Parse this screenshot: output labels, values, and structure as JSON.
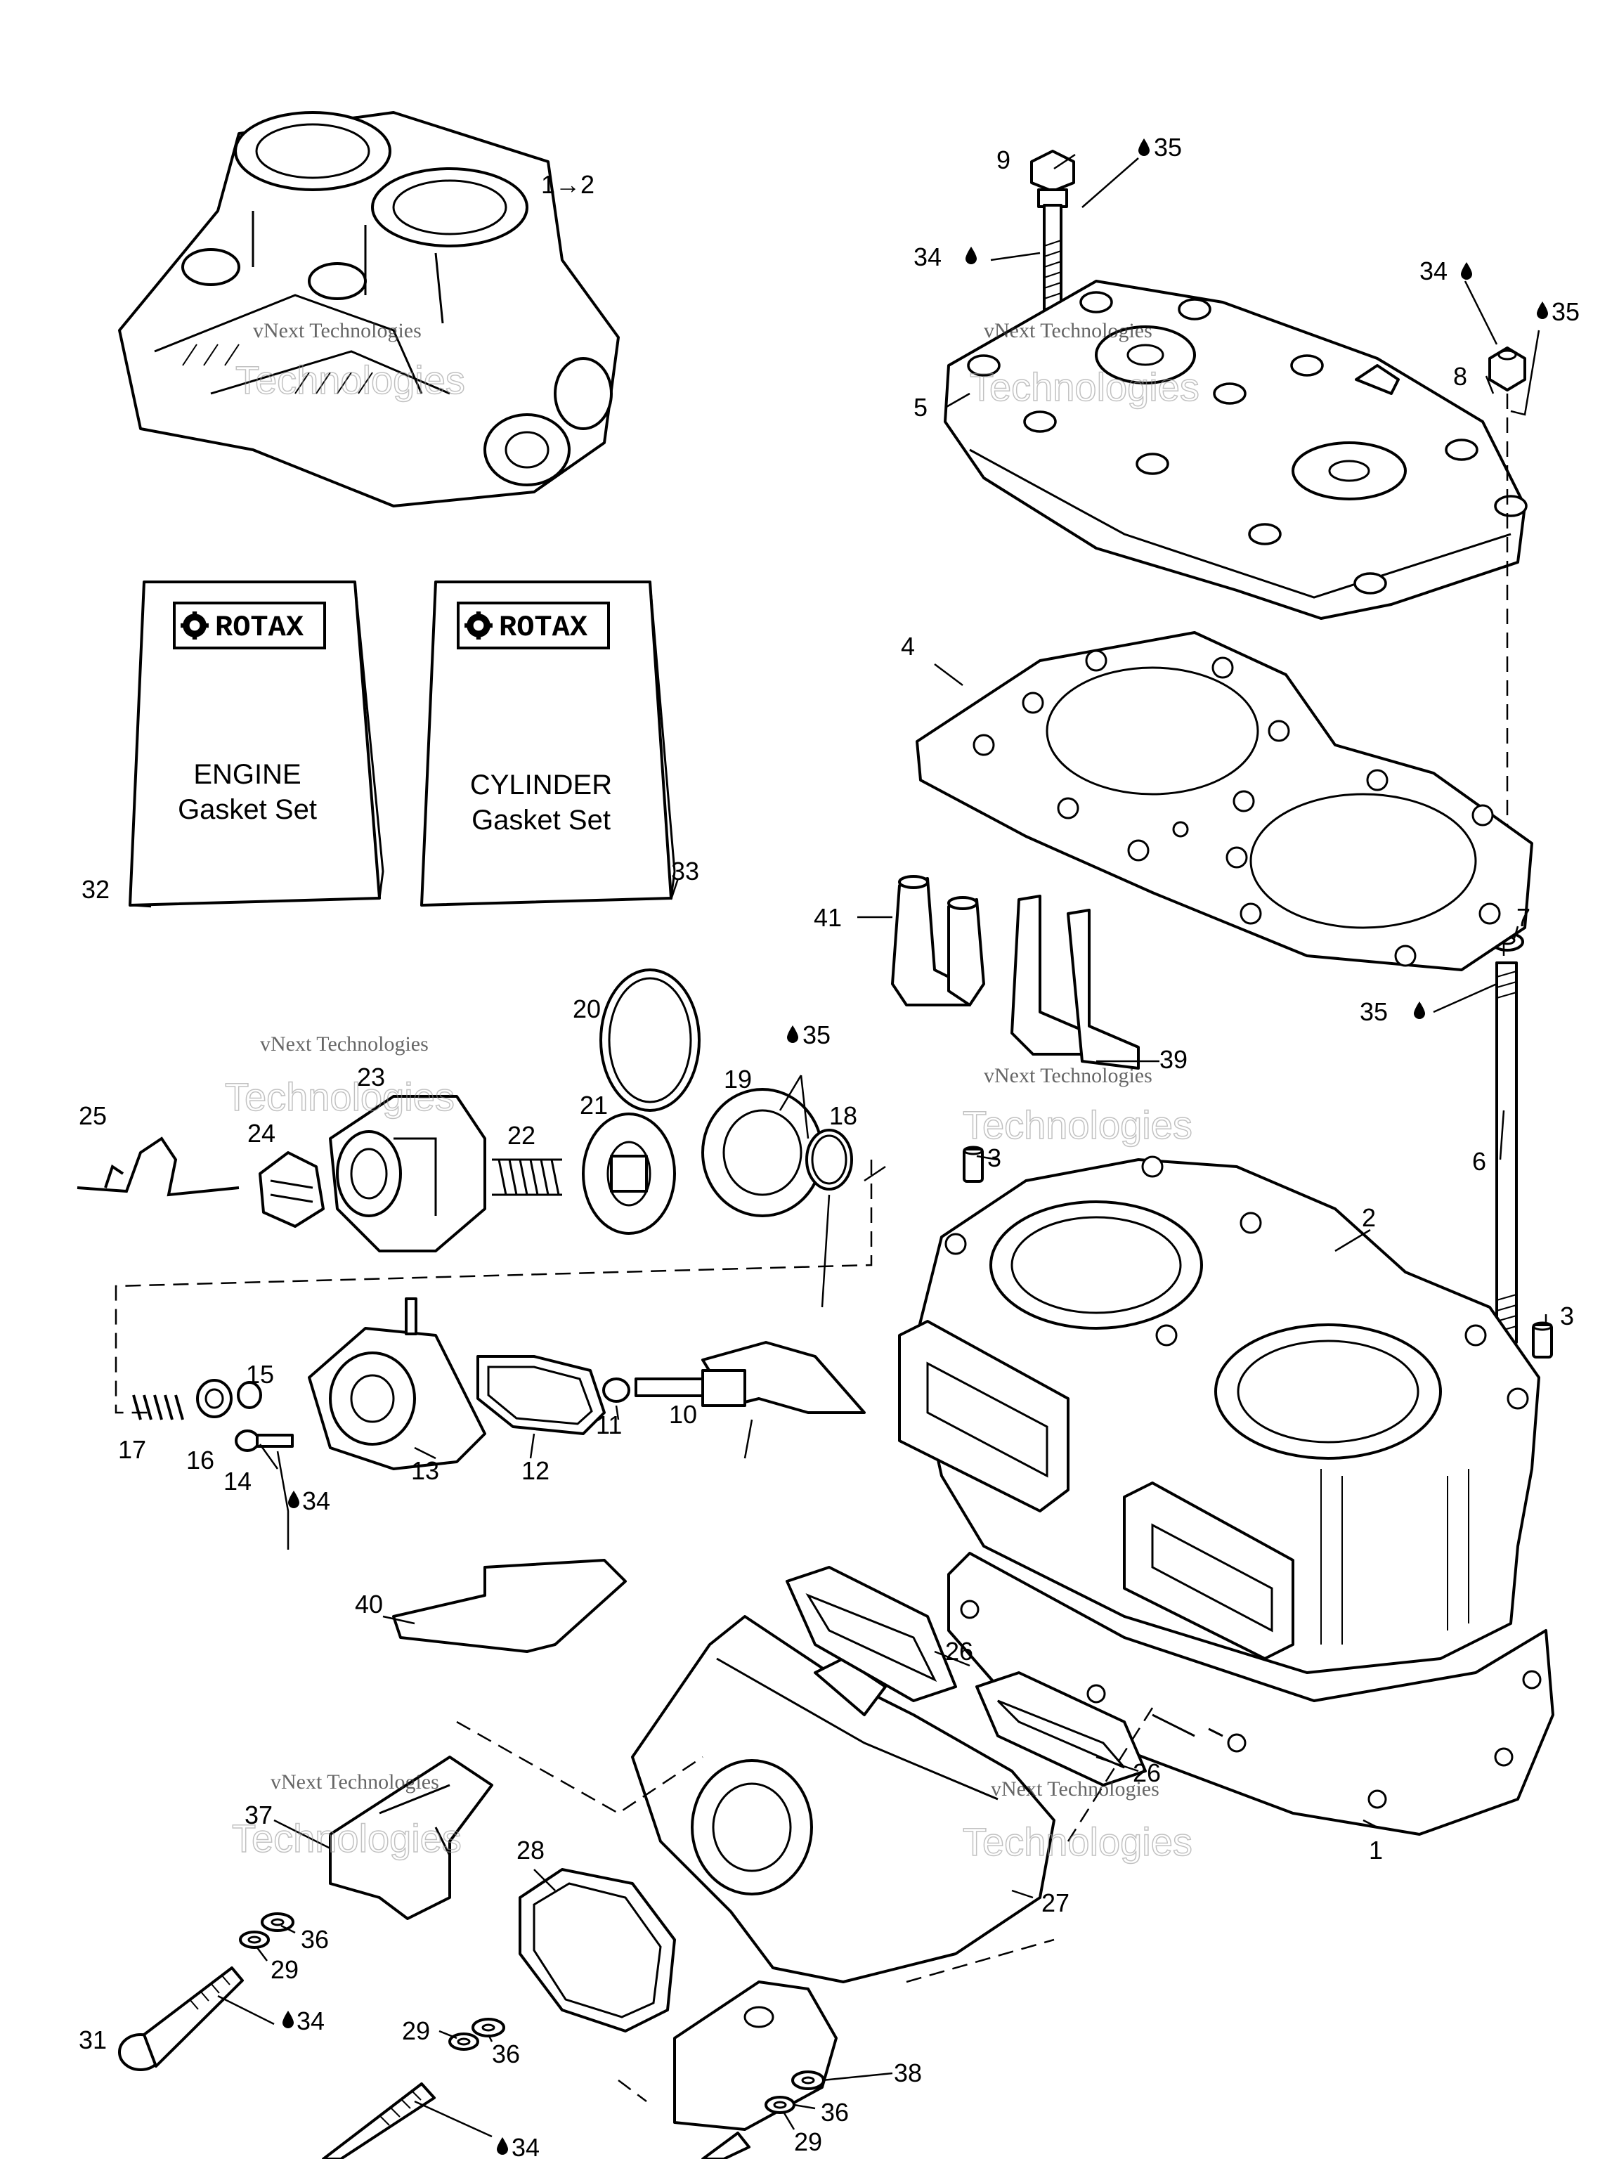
{
  "callouts": [
    {
      "id": "c-1-2",
      "text": "1→2"
    },
    {
      "id": "c-9",
      "text": "9"
    },
    {
      "id": "c-35a",
      "text": "35"
    },
    {
      "id": "c-34a",
      "text": "34"
    },
    {
      "id": "c-34b",
      "text": "34"
    },
    {
      "id": "c-35b",
      "text": "35"
    },
    {
      "id": "c-8",
      "text": "8"
    },
    {
      "id": "c-5",
      "text": "5"
    },
    {
      "id": "c-4",
      "text": "4"
    },
    {
      "id": "c-32",
      "text": "32"
    },
    {
      "id": "c-33",
      "text": "33"
    },
    {
      "id": "c-41",
      "text": "41"
    },
    {
      "id": "c-7",
      "text": "7"
    },
    {
      "id": "c-35c",
      "text": "35"
    },
    {
      "id": "c-20",
      "text": "20"
    },
    {
      "id": "c-35d",
      "text": "35"
    },
    {
      "id": "c-39",
      "text": "39"
    },
    {
      "id": "c-25",
      "text": "25"
    },
    {
      "id": "c-24",
      "text": "24"
    },
    {
      "id": "c-23",
      "text": "23"
    },
    {
      "id": "c-22",
      "text": "22"
    },
    {
      "id": "c-21",
      "text": "21"
    },
    {
      "id": "c-19",
      "text": "19"
    },
    {
      "id": "c-18",
      "text": "18"
    },
    {
      "id": "c-3a",
      "text": "3"
    },
    {
      "id": "c-6",
      "text": "6"
    },
    {
      "id": "c-2",
      "text": "2"
    },
    {
      "id": "c-3b",
      "text": "3"
    },
    {
      "id": "c-15",
      "text": "15"
    },
    {
      "id": "c-17",
      "text": "17"
    },
    {
      "id": "c-16",
      "text": "16"
    },
    {
      "id": "c-14",
      "text": "14"
    },
    {
      "id": "c-13",
      "text": "13"
    },
    {
      "id": "c-12",
      "text": "12"
    },
    {
      "id": "c-11",
      "text": "11"
    },
    {
      "id": "c-10",
      "text": "10"
    },
    {
      "id": "c-34c",
      "text": "34"
    },
    {
      "id": "c-40",
      "text": "40"
    },
    {
      "id": "c-26a",
      "text": "26"
    },
    {
      "id": "c-26b",
      "text": "26"
    },
    {
      "id": "c-37",
      "text": "37"
    },
    {
      "id": "c-28",
      "text": "28"
    },
    {
      "id": "c-27",
      "text": "27"
    },
    {
      "id": "c-1",
      "text": "1"
    },
    {
      "id": "c-36a",
      "text": "36"
    },
    {
      "id": "c-29a",
      "text": "29"
    },
    {
      "id": "c-31",
      "text": "31"
    },
    {
      "id": "c-34d",
      "text": "34"
    },
    {
      "id": "c-29b",
      "text": "29"
    },
    {
      "id": "c-36b",
      "text": "36"
    },
    {
      "id": "c-38",
      "text": "38"
    },
    {
      "id": "c-36c",
      "text": "36"
    },
    {
      "id": "c-29c",
      "text": "29"
    },
    {
      "id": "c-34e",
      "text": "34"
    }
  ],
  "kit_boxes": [
    {
      "brand": "ROTAX",
      "line1": "ENGINE",
      "line2": "Gasket Set"
    },
    {
      "brand": "ROTAX",
      "line1": "CYLINDER",
      "line2": "Gasket Set"
    }
  ],
  "watermark": {
    "line1": "vNext Technologies",
    "line2": "Technologies"
  },
  "icons": {
    "lubricant": "oil-drop-icon",
    "brand": "rotax-logo-icon"
  }
}
